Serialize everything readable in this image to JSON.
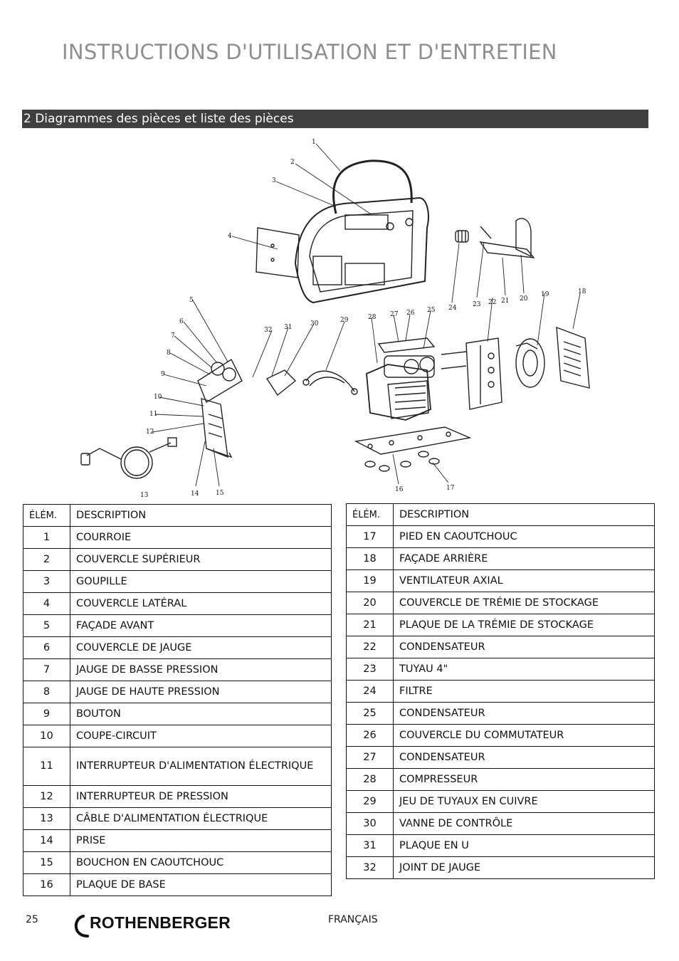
{
  "header": {
    "title": "INSTRUCTIONS D'UTILISATION ET D'ENTRETIEN",
    "section_title": "2 Diagrammes des pièces et liste des pièces"
  },
  "diagram": {
    "callouts": [
      "1",
      "2",
      "3",
      "4",
      "5",
      "6",
      "7",
      "8",
      "9",
      "10",
      "11",
      "12",
      "13",
      "14",
      "15",
      "16",
      "17",
      "18",
      "19",
      "20",
      "21",
      "22",
      "23",
      "24",
      "25",
      "26",
      "27",
      "28",
      "29",
      "30",
      "31",
      "32"
    ]
  },
  "parts_table": {
    "col_item": "ÉLÉM.",
    "col_description": "DESCRIPTION",
    "left_rows": [
      {
        "item": "1",
        "description": "COURROIE"
      },
      {
        "item": "2",
        "description": "COUVERCLE SUPÉRIEUR"
      },
      {
        "item": "3",
        "description": "GOUPILLE"
      },
      {
        "item": "4",
        "description": "COUVERCLE LATÉRAL"
      },
      {
        "item": "5",
        "description": "FAÇADE AVANT"
      },
      {
        "item": "6",
        "description": "COUVERCLE DE JAUGE"
      },
      {
        "item": "7",
        "description": "JAUGE DE BASSE PRESSION"
      },
      {
        "item": "8",
        "description": "JAUGE DE HAUTE PRESSION"
      },
      {
        "item": "9",
        "description": "BOUTON"
      },
      {
        "item": "10",
        "description": "COUPE-CIRCUIT"
      },
      {
        "item": "11",
        "description": "INTERRUPTEUR D'ALIMENTATION ÉLECTRIQUE"
      },
      {
        "item": "12",
        "description": "INTERRUPTEUR DE PRESSION"
      },
      {
        "item": "13",
        "description": "CÂBLE D'ALIMENTATION ÉLECTRIQUE"
      },
      {
        "item": "14",
        "description": "PRISE"
      },
      {
        "item": "15",
        "description": "BOUCHON EN CAOUTCHOUC"
      },
      {
        "item": "16",
        "description": "PLAQUE DE BASE"
      }
    ],
    "right_rows": [
      {
        "item": "17",
        "description": "PIED EN CAOUTCHOUC"
      },
      {
        "item": "18",
        "description": "FAÇADE ARRIÈRE"
      },
      {
        "item": "19",
        "description": "VENTILATEUR AXIAL"
      },
      {
        "item": "20",
        "description": "COUVERCLE DE TRÉMIE DE STOCKAGE"
      },
      {
        "item": "21",
        "description": "PLAQUE DE LA TRÉMIE DE STOCKAGE"
      },
      {
        "item": "22",
        "description": "CONDENSATEUR"
      },
      {
        "item": "23",
        "description": "TUYAU 4\""
      },
      {
        "item": "24",
        "description": "FILTRE"
      },
      {
        "item": "25",
        "description": "CONDENSATEUR"
      },
      {
        "item": "26",
        "description": "COUVERCLE DU COMMUTATEUR"
      },
      {
        "item": "27",
        "description": "CONDENSATEUR"
      },
      {
        "item": "28",
        "description": "COMPRESSEUR"
      },
      {
        "item": "29",
        "description": "JEU DE TUYAUX EN CUIVRE"
      },
      {
        "item": "30",
        "description": "VANNE DE CONTRÔLE"
      },
      {
        "item": "31",
        "description": "PLAQUE EN U"
      },
      {
        "item": "32",
        "description": "JOINT DE JAUGE"
      }
    ]
  },
  "footer": {
    "page_number": "25",
    "brand": "ROTHENBERGER",
    "language": "FRANÇAIS"
  }
}
